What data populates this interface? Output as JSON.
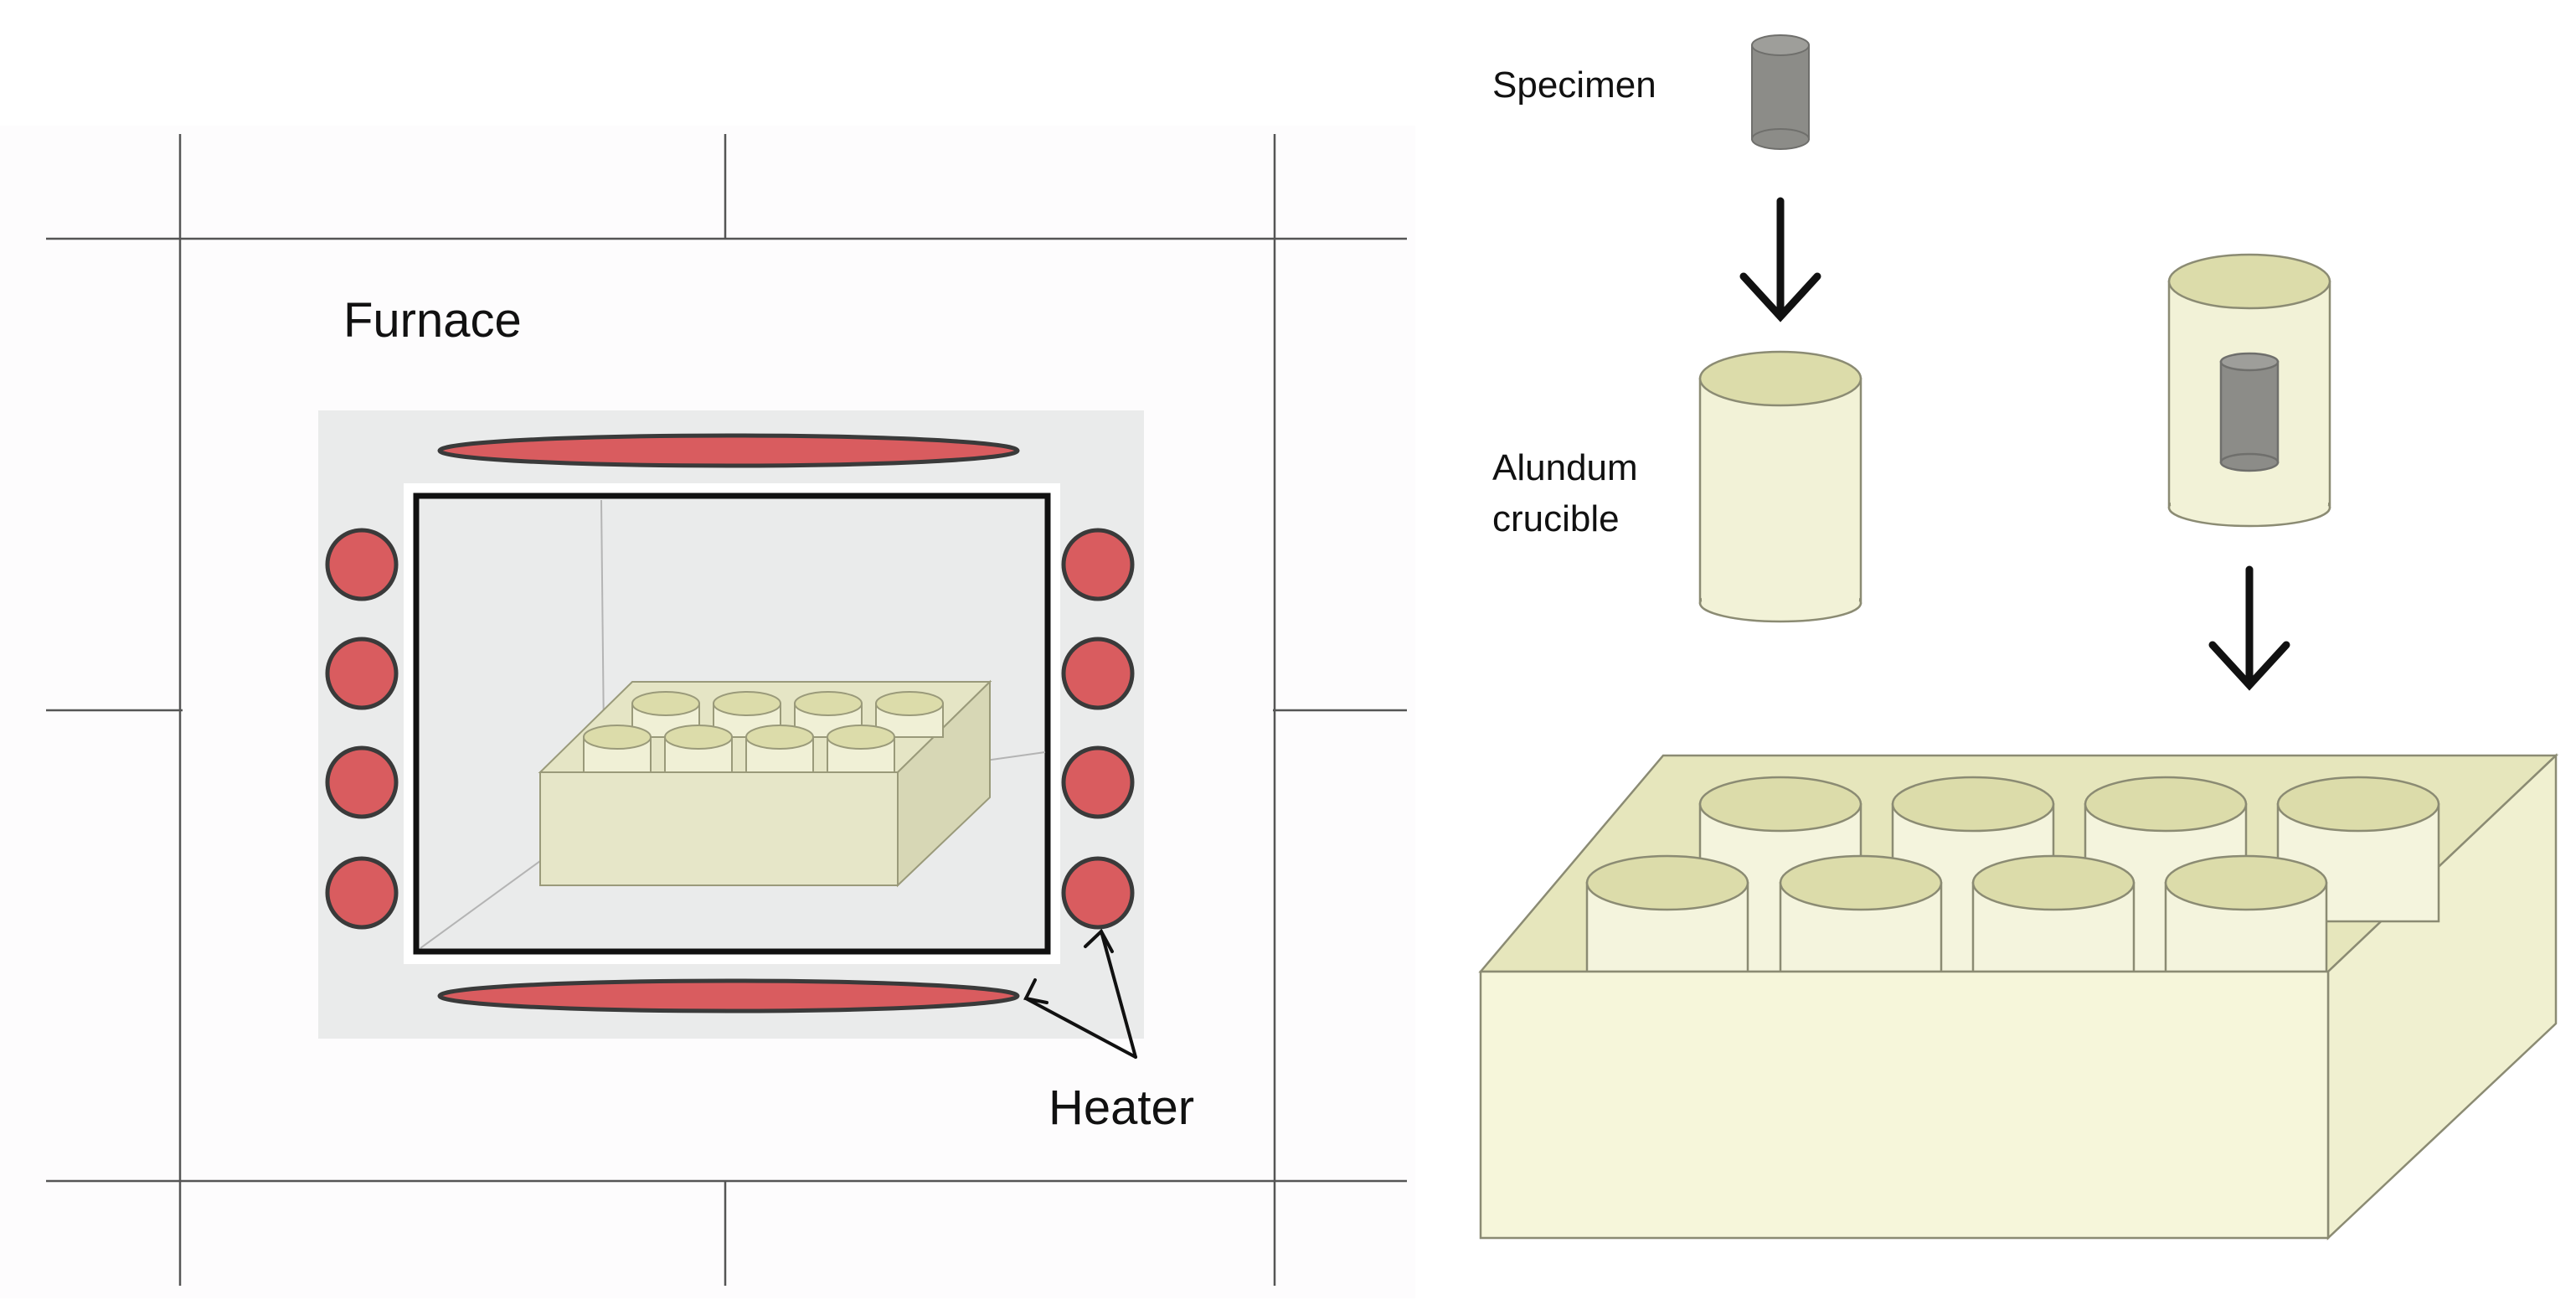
{
  "labels": {
    "furnace": "Furnace",
    "heater": "Heater",
    "specimen": "Specimen",
    "crucible_line1": "Alundum",
    "crucible_line2": "crucible"
  },
  "colors": {
    "heater_fill": "#d95c5f",
    "heater_stroke": "#3a3a3a",
    "chamber_bg": "#eaebeb",
    "crucible_side": "#f2f2d7",
    "crucible_top": "#dcdcaa",
    "tray_front": "#f6f6da",
    "tray_top": "#e6e6bc",
    "specimen_fill": "#8c8c88",
    "grid_line": "#555555"
  },
  "icons": {
    "specimen": "cylinder-rod",
    "crucible": "cylinder-cup",
    "tray": "crucible-rack",
    "heater": "heating-element"
  }
}
